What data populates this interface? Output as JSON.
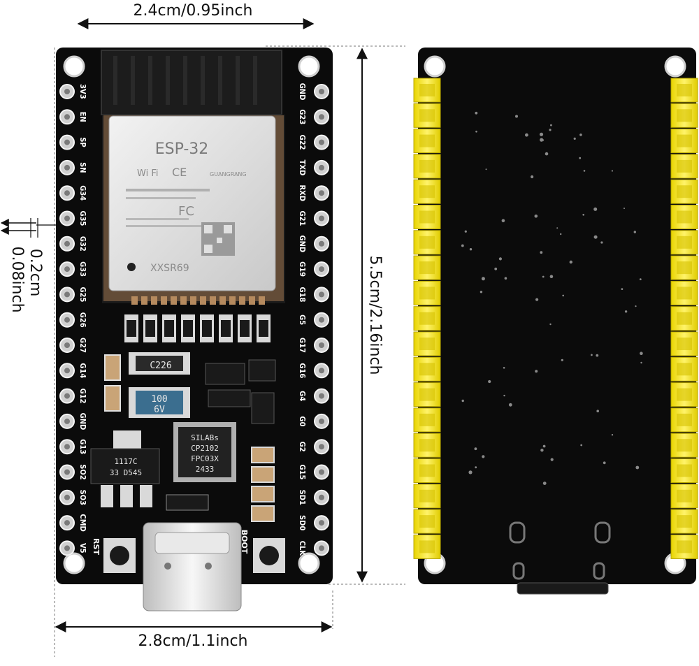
{
  "dimensions": {
    "top_width": "2.4cm/0.95inch",
    "bottom_width": "2.8cm/1.1inch",
    "height": "5.5cm/2.16inch",
    "pin_pitch_cm": "0.2cm",
    "pin_pitch_inch": "0.08inch"
  },
  "module": {
    "name": "ESP-32",
    "brand": "Wi Fi",
    "ce": "CE",
    "fcc": "FC",
    "vendor": "GUANGRANG",
    "serial": "XXSR69"
  },
  "usb_chip": {
    "line1": "SILABs",
    "line2": "CP2102",
    "line3": "FPC03X",
    "line4": "2433"
  },
  "regulator": {
    "line1": "1117C",
    "line2": "33 D545"
  },
  "caps": {
    "c226": "C226",
    "cap100_a": "100",
    "cap100_b": "6V"
  },
  "buttons": {
    "rst": "RST",
    "boot": "BOOT"
  },
  "left_pins": [
    "3V3",
    "EN",
    "SP",
    "SN",
    "G34",
    "G35",
    "G32",
    "G33",
    "G25",
    "G26",
    "G27",
    "G14",
    "G12",
    "GND",
    "G13",
    "SO2",
    "SO3",
    "CMD",
    "V5"
  ],
  "right_pins": [
    "GND",
    "G23",
    "G22",
    "TXD",
    "RXD",
    "G21",
    "GND",
    "G19",
    "G18",
    "G5",
    "G17",
    "G16",
    "G4",
    "G0",
    "G2",
    "G15",
    "SD1",
    "SD0",
    "CLK"
  ]
}
